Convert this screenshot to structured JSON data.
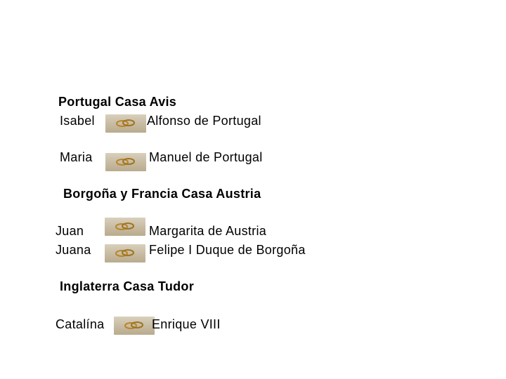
{
  "sections": [
    {
      "heading": "Portugal Casa Avis",
      "marriages": [
        {
          "left": "Isabel",
          "right": "Alfonso de Portugal",
          "icon": "wedding-rings-icon"
        },
        {
          "left": "Maria",
          "right": "Manuel  de Portugal",
          "icon": "wedding-rings-icon"
        }
      ]
    },
    {
      "heading": "Borgoña y Francia  Casa Austria",
      "marriages": [
        {
          "left": "Juan",
          "right": "Margarita de Austria",
          "icon": "wedding-rings-icon"
        },
        {
          "left": "Juana",
          "right": "Felipe I  Duque de Borgoña",
          "icon": "wedding-rings-icon"
        }
      ]
    },
    {
      "heading": "Inglaterra Casa Tudor",
      "marriages": [
        {
          "left": "Catalína",
          "right": "Enrique VIII",
          "icon": "wedding-rings-icon"
        }
      ]
    }
  ],
  "colors": {
    "text": "#000000",
    "ring_bg": "#c8bca3",
    "ring_gold": "#b8862b"
  }
}
